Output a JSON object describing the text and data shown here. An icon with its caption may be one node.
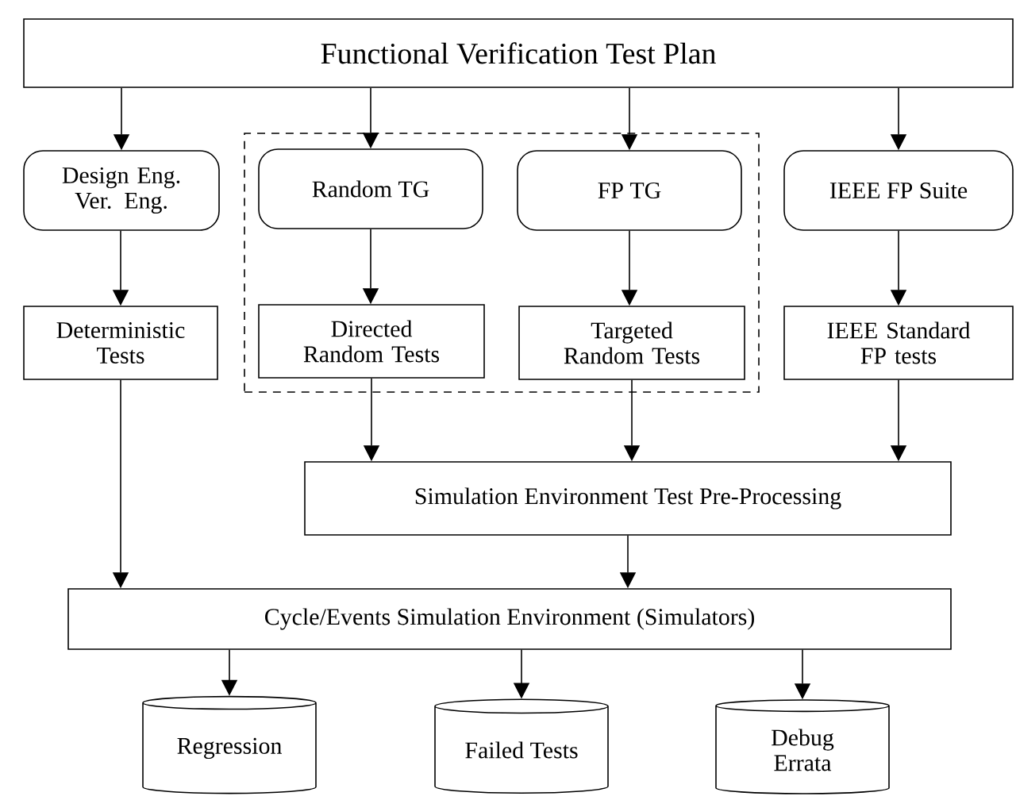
{
  "diagram": {
    "nodes": [
      {
        "text": [
          "Functional Verification Test Plan"
        ]
      },
      {
        "text": [
          "Design Eng. Ver. Eng."
        ]
      },
      {
        "text": [],
        "shape": "box"
      },
      {
        "text": [
          "Random TG"
        ],
        "in": 2
      },
      {
        "text": [
          "FP TG"
        ],
        "in": 2
      },
      {
        "text": [
          "IEEE FP Suite"
        ]
      },
      {
        "text": [
          "Deterministic Tests"
        ]
      },
      {
        "text": [
          "Directed Random Tests"
        ],
        "in": 2
      },
      {
        "text": [
          "Targeted Random Tests"
        ],
        "in": 2
      },
      {
        "text": [
          "IEEE Standard FP tests"
        ]
      },
      {
        "text": [
          "Simulation Environment Test Pre-Processing"
        ]
      },
      {
        "text": [
          "Cycle/Events Simulation Environment (Simulators)"
        ]
      },
      {
        "text": [
          "Regression"
        ]
      },
      {
        "text": [
          "Failed Tests"
        ]
      },
      {
        "text": [
          "Debug Errata"
        ]
      }
    ],
    "edges": [
      {
        "from": 0,
        "to": 1,
        "arrow": "to"
      },
      {
        "from": 0,
        "to": 3,
        "arrow": "to"
      },
      {
        "from": 0,
        "to": 4,
        "arrow": "to"
      },
      {
        "from": 0,
        "to": 5,
        "arrow": "to"
      },
      {
        "from": 1,
        "to": 6,
        "arrow": "to"
      },
      {
        "from": 3,
        "to": 7,
        "arrow": "to"
      },
      {
        "from": 4,
        "to": 8,
        "arrow": "to"
      },
      {
        "from": 5,
        "to": 9,
        "arrow": "to"
      },
      {
        "from": 7,
        "to": 10,
        "arrow": "to"
      },
      {
        "from": 8,
        "to": 10,
        "arrow": "to"
      },
      {
        "from": 9,
        "to": 10,
        "arrow": "to"
      },
      {
        "from": 6,
        "to": 11,
        "arrow": "to"
      },
      {
        "from": 10,
        "to": 11,
        "arrow": "to"
      },
      {
        "from": 11,
        "to": 12,
        "arrow": "to"
      },
      {
        "from": 11,
        "to": 13,
        "arrow": "to"
      },
      {
        "from": 11,
        "to": 14,
        "arrow": "to"
      }
    ]
  }
}
